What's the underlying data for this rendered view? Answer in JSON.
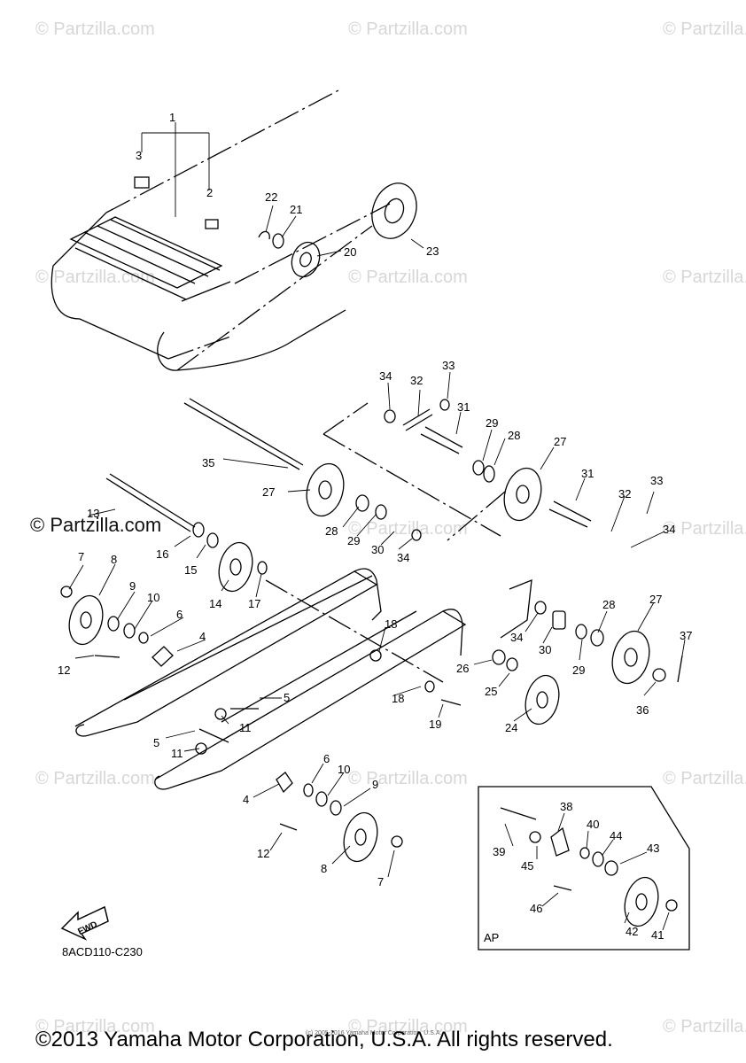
{
  "watermark": "© Partzilla.com",
  "watermark_strong": "© Partzilla.com",
  "diagram_code": "8ACD110-C230",
  "fwd_label": "FWD",
  "inset_label": "AP",
  "copyright": "©2013 Yamaha Motor Corporation, U.S.A. All rights reserved.",
  "tiny_copyright": "(c) 2005-2016 Yamaha Motor Corporation, U.S.A.",
  "callouts": [
    "1",
    "2",
    "3",
    "20",
    "21",
    "22",
    "23",
    "33",
    "34",
    "32",
    "31",
    "29",
    "28",
    "27",
    "35",
    "27",
    "31",
    "32",
    "33",
    "34",
    "13",
    "28",
    "29",
    "30",
    "34",
    "16",
    "15",
    "7",
    "8",
    "14",
    "17",
    "9",
    "10",
    "6",
    "4",
    "18",
    "34",
    "30",
    "28",
    "27",
    "37",
    "12",
    "26",
    "29",
    "25",
    "36",
    "5",
    "18",
    "19",
    "24",
    "11",
    "5",
    "11",
    "6",
    "10",
    "9",
    "4",
    "12",
    "8",
    "7",
    "38",
    "39",
    "40",
    "44",
    "43",
    "45",
    "46",
    "42",
    "41"
  ]
}
